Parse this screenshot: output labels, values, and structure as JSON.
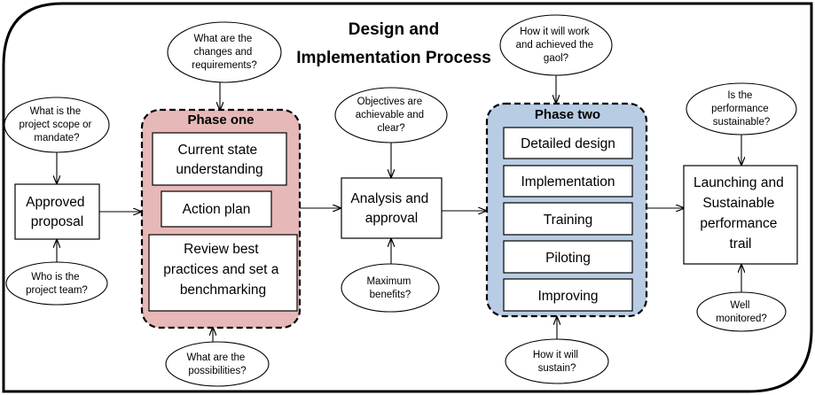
{
  "title": [
    "Design and",
    "Implementation Process"
  ],
  "phase_one": {
    "label": "Phase one",
    "steps": [
      [
        "Current state",
        "understanding"
      ],
      [
        "Action plan"
      ],
      [
        "Review best",
        "practices and set a",
        "benchmarking"
      ]
    ],
    "question_top": [
      "What are the",
      "changes and",
      "requirements?"
    ],
    "question_bottom": [
      "What are the",
      "possibilities?"
    ]
  },
  "phase_two": {
    "label": "Phase two",
    "steps": [
      "Detailed design",
      "Implementation",
      "Training",
      "Piloting",
      "Improving"
    ],
    "question_top": [
      "How it will work",
      "and achieved the",
      "gaol?"
    ],
    "question_bottom": [
      "How it will",
      "sustain?"
    ]
  },
  "approved_proposal": {
    "label": [
      "Approved",
      "proposal"
    ],
    "question_top": [
      "What is the",
      "project scope or",
      "mandate?"
    ],
    "question_bottom": [
      "Who is the",
      "project team?"
    ]
  },
  "analysis": {
    "label": [
      "Analysis and",
      "approval"
    ],
    "question_top": [
      "Objectives are",
      "achievable and",
      "clear?"
    ],
    "question_bottom": [
      "Maximum",
      "benefits?"
    ]
  },
  "launching": {
    "label": [
      "Launching and",
      "Sustainable",
      "performance",
      "trail"
    ],
    "question_top": [
      "Is the",
      "performance",
      "sustainable?"
    ],
    "question_bottom": [
      "Well",
      "monitored?"
    ]
  },
  "colors": {
    "phase_one_fill": "#e6b8b7",
    "phase_two_fill": "#b8cce4",
    "line": "#000000"
  }
}
